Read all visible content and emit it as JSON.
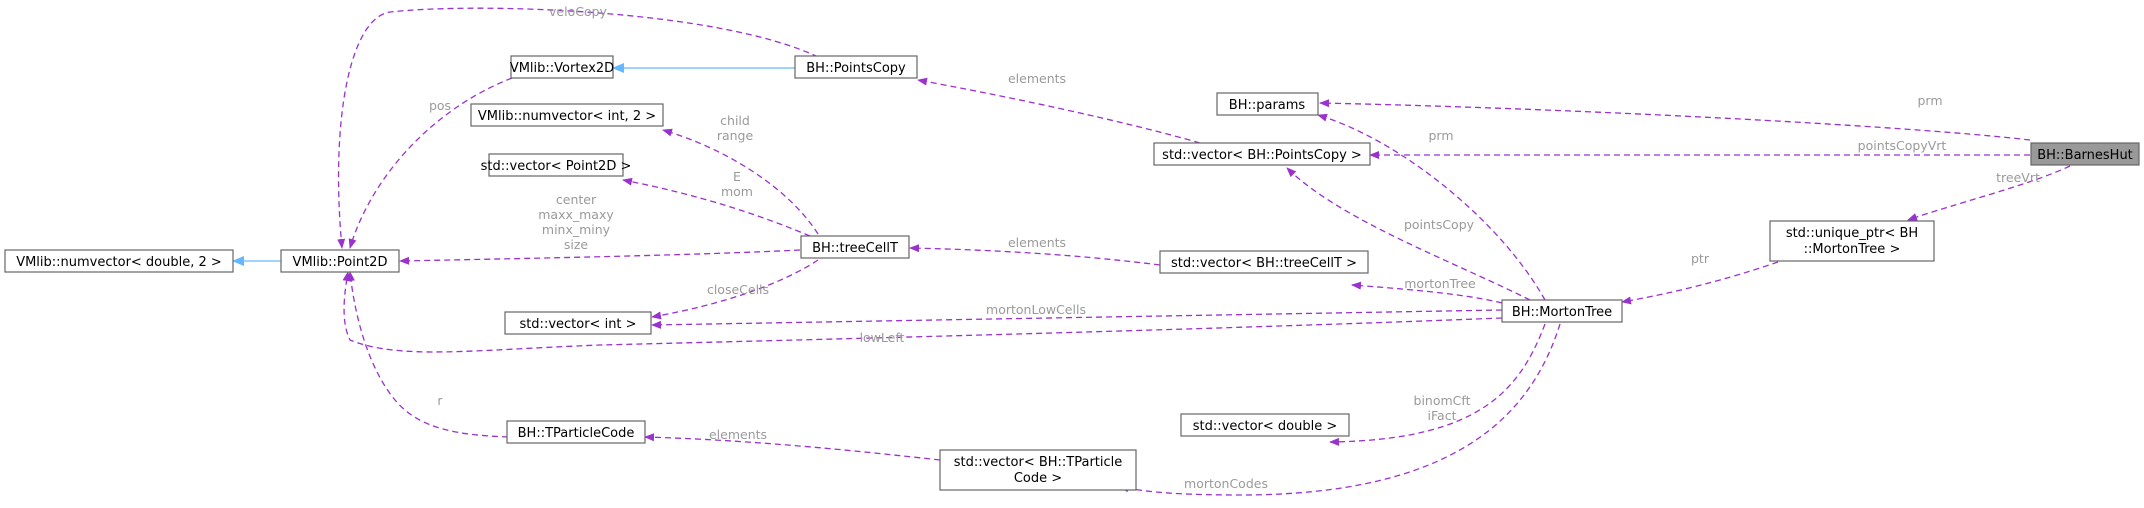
{
  "nodes": {
    "barnes_hut": "BH::BarnesHut",
    "params": "BH::params",
    "vec_points_copy": "std::vector< BH::PointsCopy >",
    "points_copy": "BH::PointsCopy",
    "vortex2d": "VMlib::Vortex2D",
    "numvector_int": "VMlib::numvector< int, 2 >",
    "vec_point2d": "std::vector< Point2D >",
    "point2d": "VMlib::Point2D",
    "numvector_double": "VMlib::numvector< double, 2 >",
    "tree_cell": "BH::treeCellT",
    "vec_tree_cell": "std::vector< BH::treeCellT >",
    "vec_int": "std::vector< int >",
    "unique_ptr_l1": "std::unique_ptr< BH",
    "unique_ptr_l2": "::MortonTree >",
    "morton_tree": "BH::MortonTree",
    "vec_double": "std::vector< double >",
    "tparticle_code": "BH::TParticleCode",
    "vec_tparticle_l1": "std::vector< BH::TParticle",
    "vec_tparticle_l2": "Code >"
  },
  "edge_labels": {
    "prm_bh": "prm",
    "points_copy_vrt": "pointsCopyVrt",
    "tree_vrt": "treeVrt",
    "elements_pc": "elements",
    "velo_copy": "veloCopy",
    "pos": "pos",
    "child": "child",
    "range": "range",
    "e": "E",
    "mom": "mom",
    "center": "center",
    "maxx_maxy": "maxx_maxy",
    "minx_miny": "minx_miny",
    "size": "size",
    "close_cells": "closeCells",
    "elements_tc": "elements",
    "prm_mt": "prm",
    "points_copy": "pointsCopy",
    "ptr": "ptr",
    "morton_tree": "mortonTree",
    "morton_low_cells": "mortonLowCells",
    "low_left": "lowLeft",
    "binom_cft": "binomCft",
    "i_fact": "iFact",
    "morton_codes": "mortonCodes",
    "elements_tp": "elements",
    "r": "r"
  },
  "colors": {
    "usage_edge": "#9a32cd",
    "inherit_edge": "#63b8ff",
    "label": "#9a9a9a",
    "highlight_fill": "#999999"
  }
}
